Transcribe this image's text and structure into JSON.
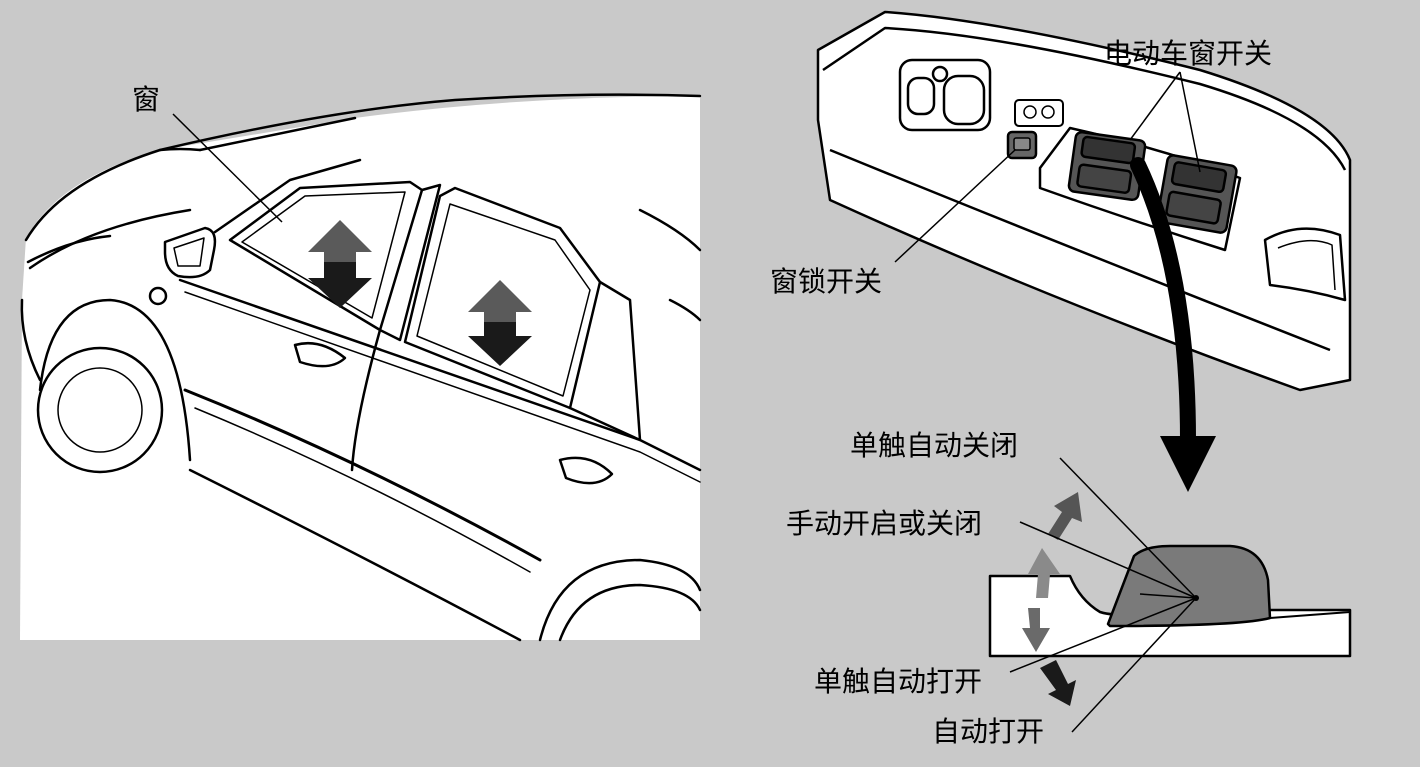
{
  "labels": {
    "window": "窗",
    "power_window_switch": "电动车窗开关",
    "window_lock_switch": "窗锁开关",
    "one_touch_auto_close": "单触自动关闭",
    "manual_open_or_close": "手动开启或关闭",
    "one_touch_auto_open": "单触自动打开",
    "auto_open": "自动打开"
  },
  "colors": {
    "background": "#c9c9c9",
    "line": "#000000",
    "panel": "#ffffff",
    "switch_dark": "#555555",
    "switch_body": "#7a7a7a",
    "arrow_dark": "#1a1a1a",
    "arrow_mid": "#5a5a5a",
    "arrow_light": "#8a8a8a"
  },
  "icons": {
    "window_arrows": "double-arrow-up-down-icon",
    "curved_arrow": "curved-arrow-down-icon"
  }
}
